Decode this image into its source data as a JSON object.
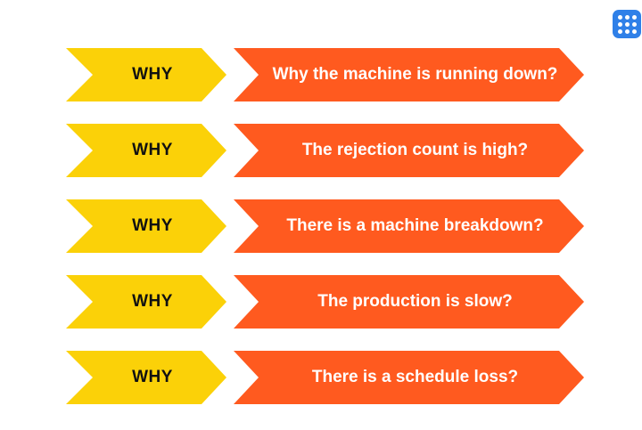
{
  "colors": {
    "why_chevron": "#fbd108",
    "answer_chevron": "#ff5a1f",
    "app_button": "#2f80e8"
  },
  "toolbar": {
    "app_button_icon": "grid-icon"
  },
  "rows": [
    {
      "why": "WHY",
      "answer": "Why the machine is running down?"
    },
    {
      "why": "WHY",
      "answer": "The rejection count is high?"
    },
    {
      "why": "WHY",
      "answer": "There is a machine breakdown?"
    },
    {
      "why": "WHY",
      "answer": "The production is slow?"
    },
    {
      "why": "WHY",
      "answer": "There is a schedule loss?"
    }
  ]
}
